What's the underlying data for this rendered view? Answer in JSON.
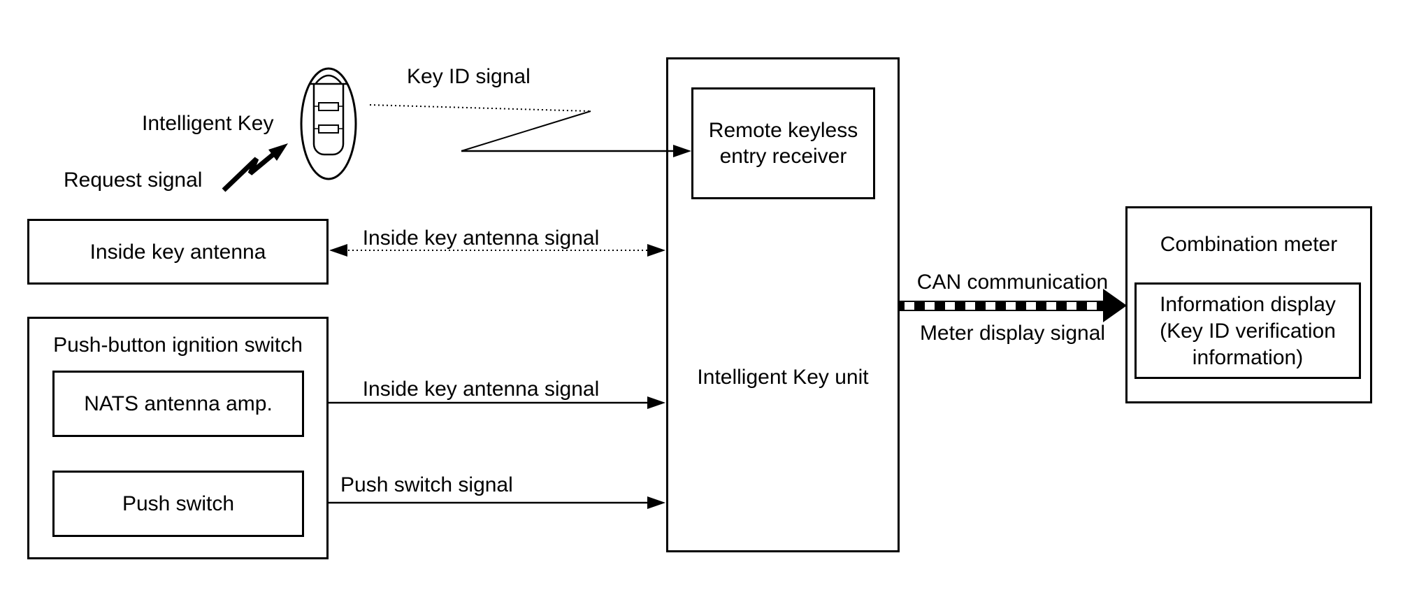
{
  "diagram": {
    "background": "#ffffff",
    "line_color": "#000000"
  },
  "key_fob": {
    "label": "Intelligent Key",
    "request_signal_label": "Request signal",
    "key_id_signal_label": "Key ID signal"
  },
  "boxes": {
    "inside_key_antenna": {
      "label": "Inside key antenna"
    },
    "push_button_ignition_switch": {
      "label": "Push-button ignition switch"
    },
    "nats_antenna_amp": {
      "label": "NATS antenna amp."
    },
    "push_switch": {
      "label": "Push switch"
    },
    "intelligent_key_unit": {
      "label": "Intelligent Key unit"
    },
    "remote_keyless_entry_receiver": {
      "label": "Remote keyless entry receiver"
    },
    "combination_meter": {
      "label": "Combination meter"
    },
    "information_display": {
      "lines": [
        "Information display",
        "(Key ID verification",
        "information)"
      ]
    }
  },
  "signals": {
    "inside_key_antenna_top": "Inside key antenna signal",
    "inside_key_antenna_nats": "Inside key antenna signal",
    "push_switch": "Push switch signal",
    "can_communication": "CAN communication",
    "meter_display": "Meter display signal"
  }
}
